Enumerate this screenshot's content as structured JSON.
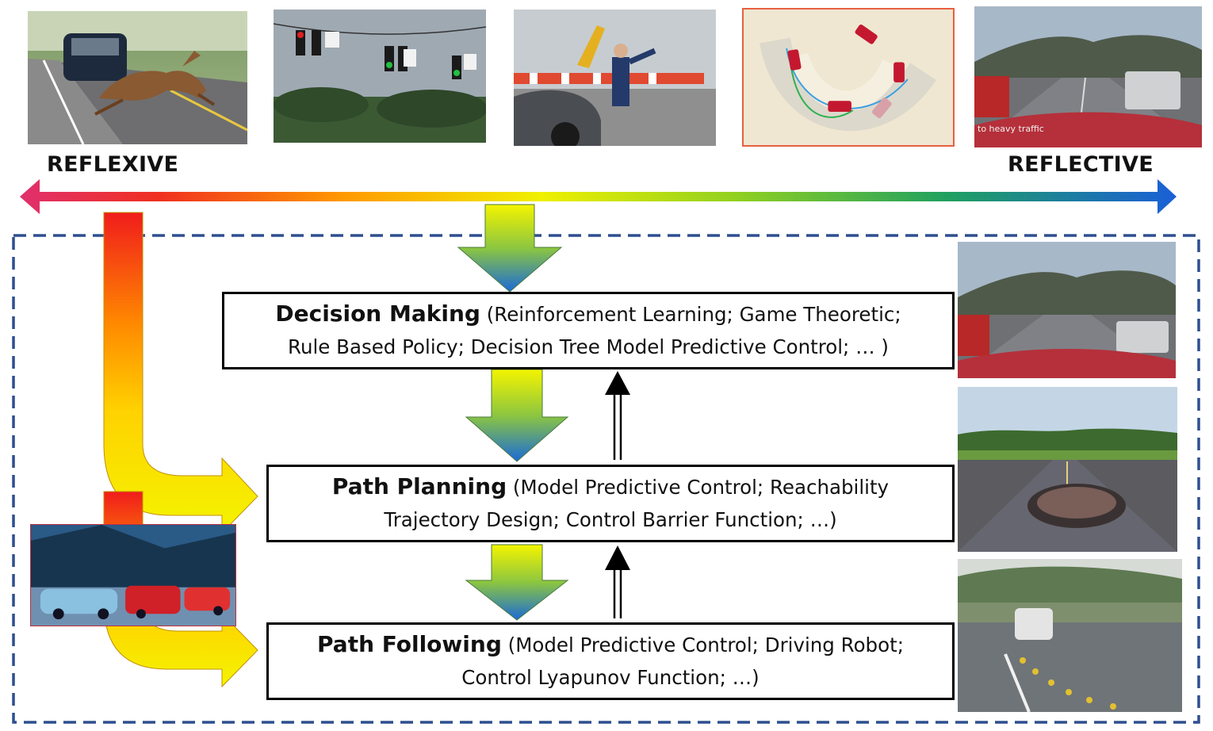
{
  "spectrum": {
    "left_label": "REFLEXIVE",
    "right_label": "REFLECTIVE",
    "colors": [
      "#e0306e",
      "#f03020",
      "#ff9900",
      "#f0f000",
      "#90d020",
      "#20a060",
      "#1a5fd8"
    ]
  },
  "photos": {
    "highway_caption": "to heavy traffic",
    "highway_inset_caption": "to heavy traffic"
  },
  "layers": [
    {
      "title": "Path Following",
      "methods_line1": "(Model Predictive Control; Driving Robot;",
      "methods_line2": "Control Lyapunov Function; …)"
    }
  ],
  "decision": {
    "title": "Decision Making",
    "line1_rest": " (Reinforcement Learning; Game Theoretic;",
    "line2": "Rule Based Policy; Decision Tree Model Predictive Control; … )"
  },
  "planning": {
    "title": "Path Planning",
    "line1_rest": " (Model Predictive Control; Reachability",
    "line2": "Trajectory Design; Control Barrier Function;  …)"
  },
  "following": {
    "title": "Path Following",
    "line1_rest": " (Model Predictive Control; Driving Robot;",
    "line2": "Control Lyapunov Function; …)"
  },
  "colors": {
    "dashed_border": "#2e4f8f",
    "box_border": "#000000",
    "arrow_top": "#f4f400",
    "arrow_bottom": "#1a6ad8"
  }
}
